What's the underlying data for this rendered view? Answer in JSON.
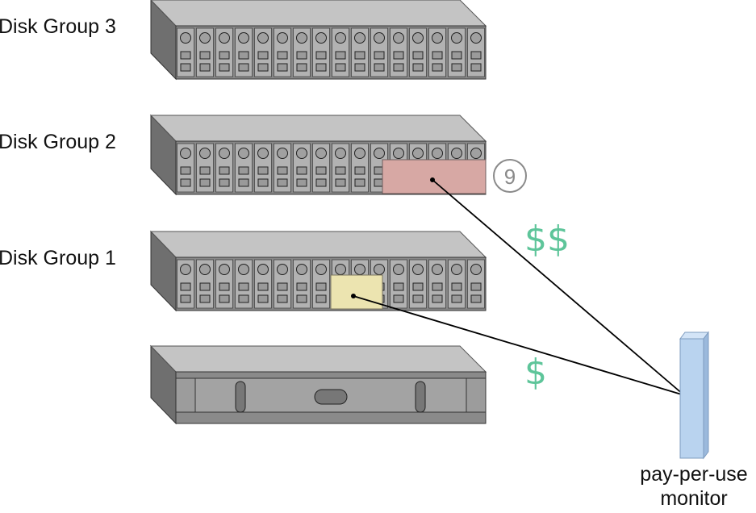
{
  "labels": {
    "disk_group_3": "Disk Group 3",
    "disk_group_2": "Disk Group 2",
    "disk_group_1": "Disk Group 1"
  },
  "callout_number": "9",
  "cost_high": "$$",
  "cost_low": "$",
  "monitor": {
    "line1": "pay-per-use",
    "line2": "monitor"
  },
  "colors": {
    "chassis_top": "#c4c4c4",
    "chassis_front": "#888888",
    "slot": "#b2b2b2",
    "dg2_allocation": "#d7a8a4",
    "dg1_allocation": "#ece4b0",
    "money": "#5ec59a",
    "monitor": "#b9d3ef",
    "callout": "#8a8a8a"
  },
  "icons": [
    "disk-array-icon",
    "controller-unit-icon",
    "pay-per-use-monitor-icon"
  ]
}
